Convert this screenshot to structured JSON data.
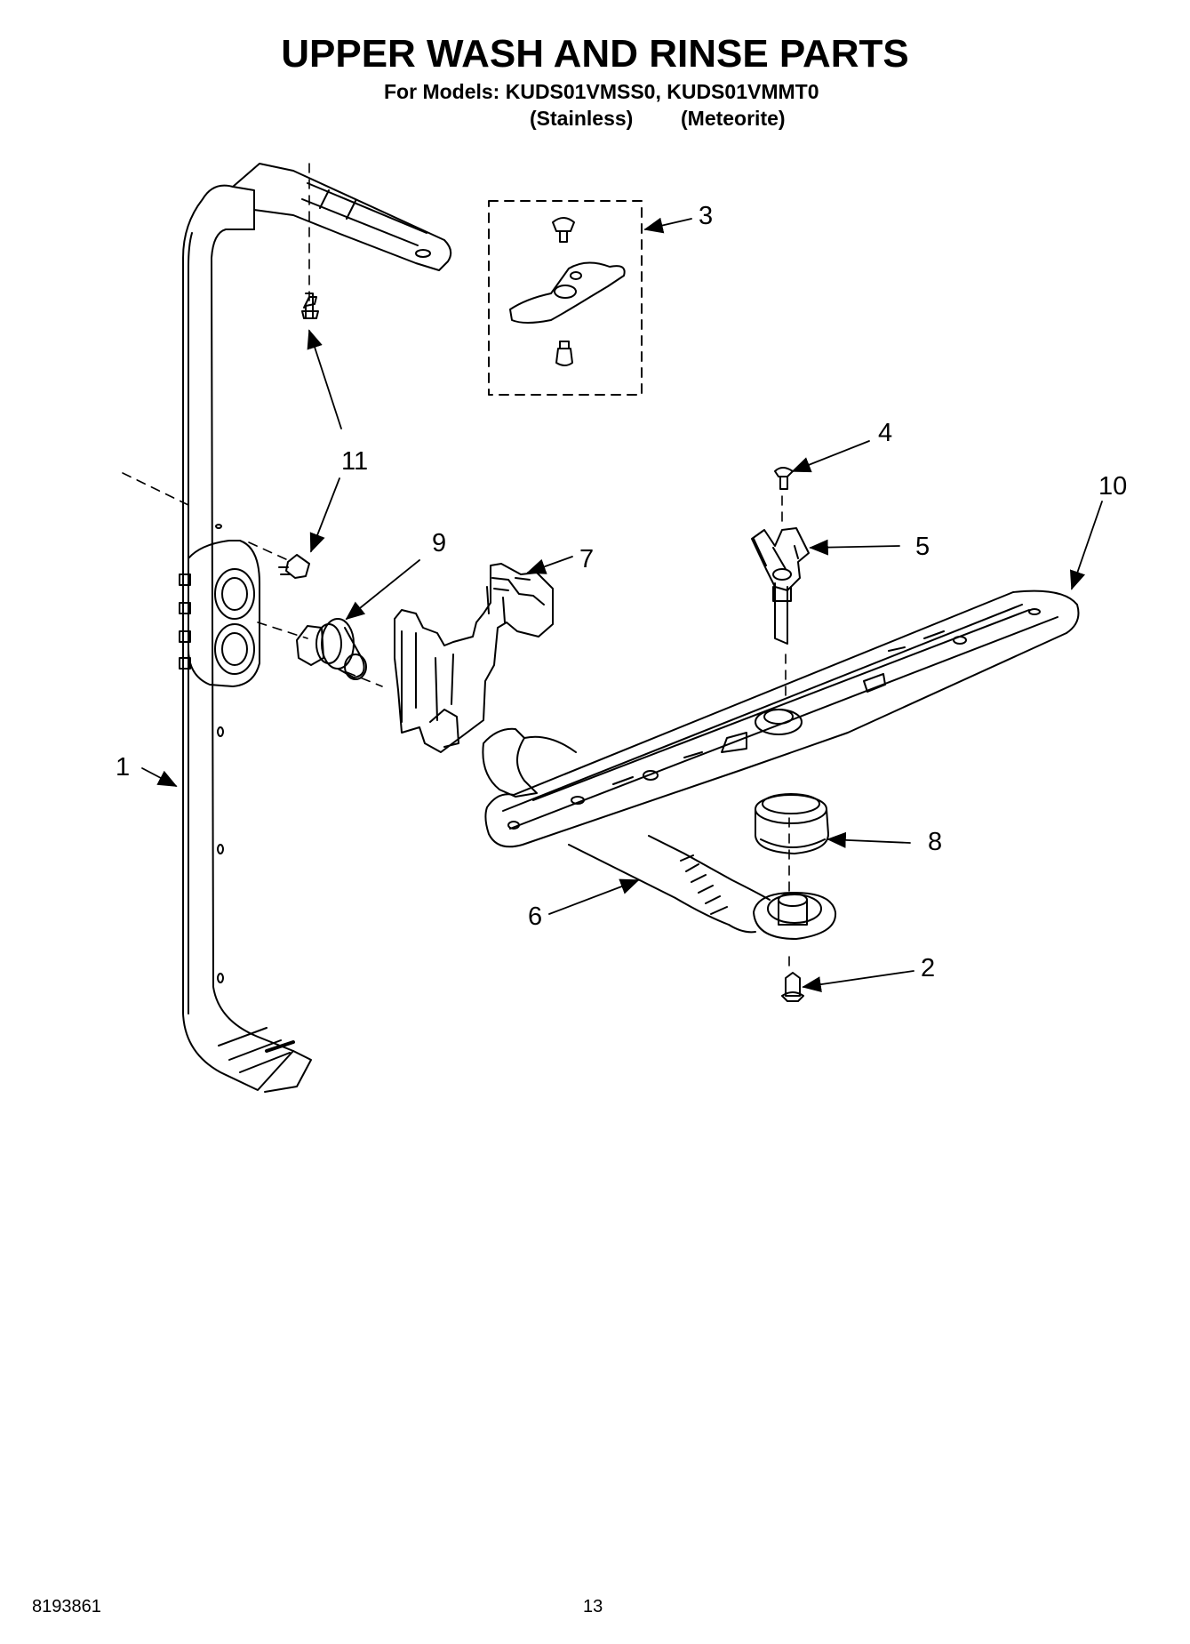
{
  "header": {
    "title": "UPPER WASH AND RINSE PARTS",
    "models": "For Models: KUDS01VMSS0, KUDS01VMMT0",
    "variant_1": "(Stainless)",
    "variant_2": "(Meteorite)"
  },
  "callouts": {
    "c1": "1",
    "c2": "2",
    "c3": "3",
    "c4": "4",
    "c5": "5",
    "c6": "6",
    "c7": "7",
    "c8": "8",
    "c9": "9",
    "c10": "10",
    "c11": "11"
  },
  "footer": {
    "doc_number": "8193861",
    "page_number": "13"
  }
}
